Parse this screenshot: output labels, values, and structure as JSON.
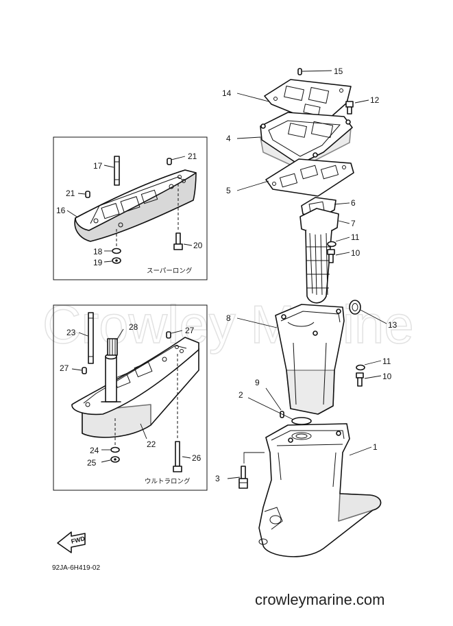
{
  "watermark": "Crowley Marine",
  "diagram_code": "92JA-6H419-02",
  "site_footer": "crowleymarine.com",
  "fwd_label": "FWD",
  "inset_top": {
    "caption": "スーパーロング"
  },
  "inset_bottom": {
    "caption": "ウルトラロング"
  },
  "callouts": {
    "c1": "1",
    "c2": "2",
    "c3": "3",
    "c4": "4",
    "c5": "5",
    "c6": "6",
    "c7": "7",
    "c8": "8",
    "c9": "9",
    "c10a": "10",
    "c10b": "10",
    "c11a": "11",
    "c11b": "11",
    "c12": "12",
    "c13": "13",
    "c14": "14",
    "c15": "15",
    "c16": "16",
    "c17": "17",
    "c18": "18",
    "c19": "19",
    "c20": "20",
    "c21a": "21",
    "c21b": "21",
    "c22": "22",
    "c23": "23",
    "c24": "24",
    "c25": "25",
    "c26": "26",
    "c27a": "27",
    "c27b": "27",
    "c28": "28"
  }
}
